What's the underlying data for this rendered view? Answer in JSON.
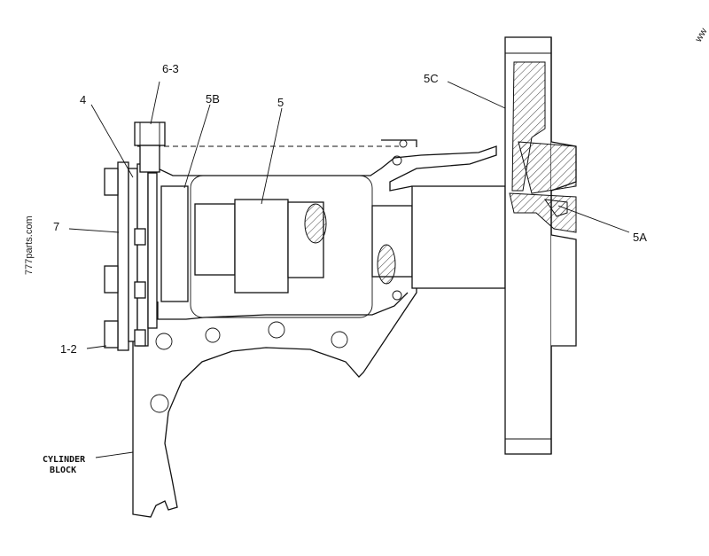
{
  "labels": {
    "l63": "6-3",
    "l4": "4",
    "l5b": "5B",
    "l5": "5",
    "l5c": "5C",
    "l5a": "5A",
    "l7": "7",
    "l12": "1-2",
    "block_line1": "CYLINDER",
    "block_line2": "BLOCK"
  },
  "watermarks": {
    "side": "777parts.com",
    "corner": "ww"
  }
}
